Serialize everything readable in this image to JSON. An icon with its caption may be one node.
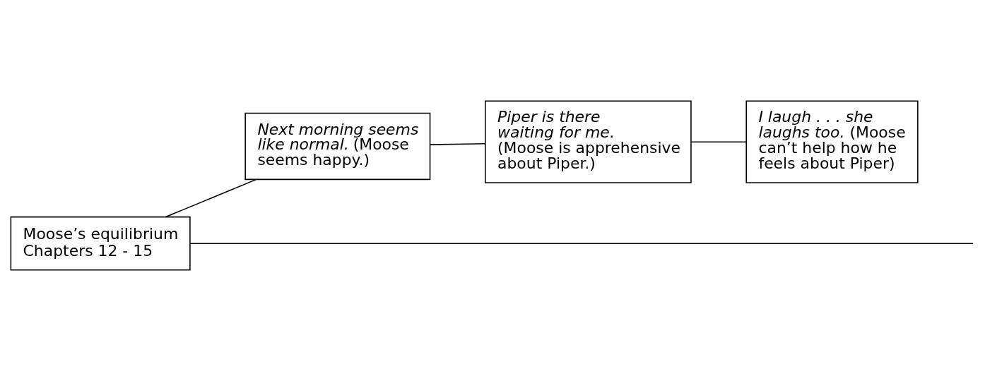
{
  "diagram": {
    "nodes": [
      {
        "text": [
          "Moose’s equilibrium Chapters 12 - 15"
        ]
      },
      {
        "text": [
          "*Next morning seems like normal.* (Moose seems happy.)"
        ]
      },
      {
        "text": [
          "*Piper is there waiting for me*. (Moose is apprehensive about Piper.)"
        ]
      },
      {
        "text": [
          "*I laugh . . . she laughs too.* (Moose can’t help how he feels about Piper)"
        ]
      }
    ],
    "edges": [
      {
        "from": 0,
        "to": 1,
        "arrow": "none"
      },
      {
        "from": 1,
        "to": 2,
        "arrow": "none"
      },
      {
        "from": 2,
        "to": 3,
        "arrow": "none"
      },
      {
        "from": 0,
        "to": null,
        "arrow": "none"
      }
    ]
  }
}
